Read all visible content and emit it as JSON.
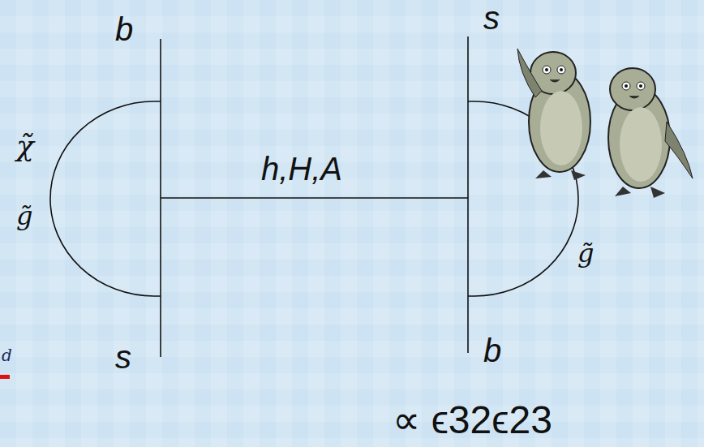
{
  "diagram": {
    "labels": [
      "b",
      "s",
      "s",
      "b",
      "χ̃",
      "g̃",
      "g̃",
      "h,H,A",
      "∝ ϵ32ϵ23",
      "d"
    ]
  }
}
